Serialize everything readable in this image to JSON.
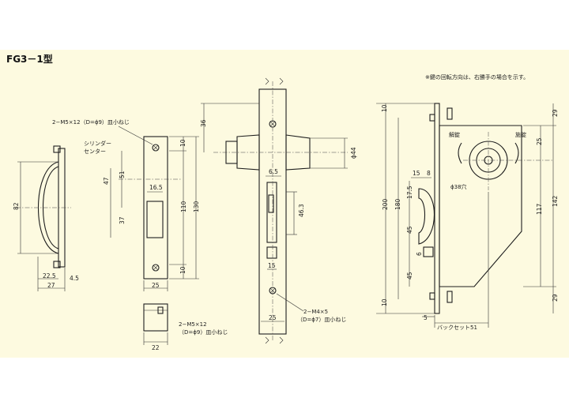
{
  "title": "FG3－1型",
  "note": "※鍵の回転方向は、右勝手の場合を示す。",
  "labels": {
    "screw_left": "2−M5×12（D=ϕ9）皿小ねじ",
    "cylinder_center_1": "シリンダー",
    "cylinder_center_2": "センター",
    "screw_bottom_1": "2−M5×12",
    "screw_bottom_2": "（D=ϕ9）皿小ねじ",
    "screw_right_1": "2−M4×5",
    "screw_right_2": "（D=ϕ7）皿小ねじ",
    "unlock": "解錠",
    "lock": "施錠",
    "hole": "ϕ38穴",
    "backset": "バックセット51"
  },
  "dims": {
    "d82": "82",
    "d22_5": "22.5",
    "d4_5": "4.5",
    "d27": "27",
    "d47": "47",
    "d51": "51",
    "d37": "37",
    "d16_5": "16.5",
    "d25a": "25",
    "d10a": "10",
    "d110": "110",
    "d10b": "10",
    "d130": "130",
    "d22": "22",
    "d36": "36",
    "d44": "ϕ44",
    "d6_5": "6.5",
    "d46_3": "46.3",
    "d15a": "15",
    "d25b": "25",
    "d200": "200",
    "d180": "180",
    "d10c": "10",
    "d10d": "10",
    "d17_5": "17.5",
    "d45a": "45",
    "d45b": "45",
    "d6": "6",
    "d15b": "15",
    "d8": "8",
    "d5": "5",
    "d29a": "29",
    "d25c": "25",
    "d142": "142",
    "d117": "117",
    "d29b": "29"
  }
}
